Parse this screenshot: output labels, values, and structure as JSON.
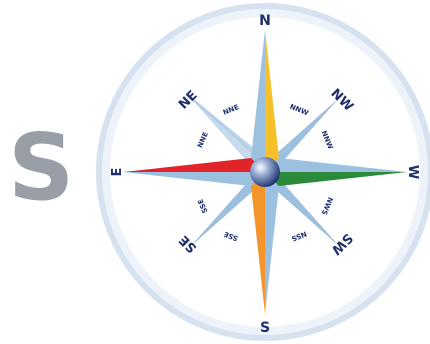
{
  "side_letter": "S",
  "compass": {
    "cardinals": {
      "north": "N",
      "south": "S",
      "east": "E",
      "west": "W"
    },
    "intercardinals": {
      "ne": "NE",
      "nw": "NW",
      "se": "SE",
      "sw": "SW"
    },
    "minor": {
      "nne_upper": "NNE",
      "nnw_upper": "NNW",
      "nne_left": "NNE",
      "nnw_right": "NNW",
      "sse_left": "SSE",
      "sse_lower": "SSE",
      "nss_lower": "NSS",
      "nws_right": "NWS"
    },
    "colors": {
      "north_ray": "#f6c02a",
      "south_ray": "#f3952a",
      "east_ray": "#e0242a",
      "west_ray": "#2a8a3a",
      "blue_ray": "#9cc0e0",
      "dark_ray": "#1b2f6e",
      "ring": "#dde7f3"
    }
  }
}
